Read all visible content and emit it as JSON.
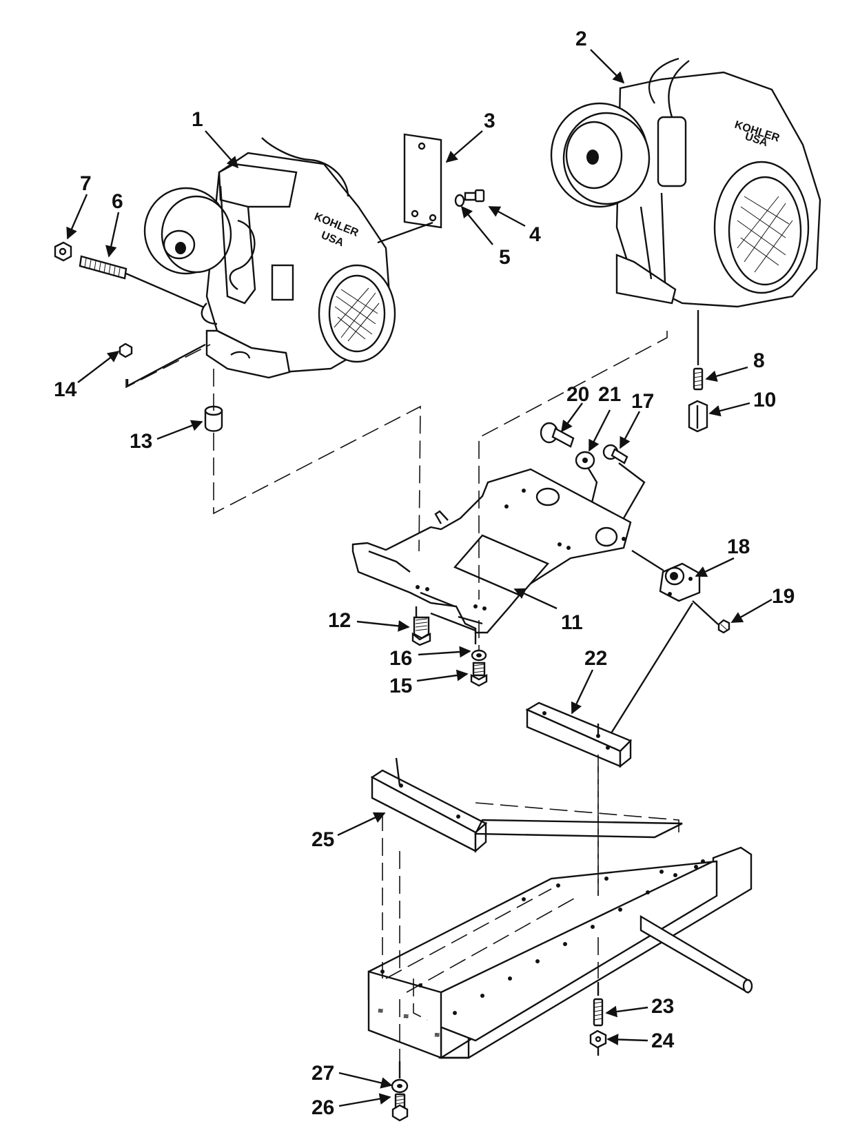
{
  "callouts": {
    "c1": "1",
    "c2": "2",
    "c3": "3",
    "c4": "4",
    "c5": "5",
    "c6": "6",
    "c7": "7",
    "c8": "8",
    "c10": "10",
    "c11": "11",
    "c12": "12",
    "c13": "13",
    "c14": "14",
    "c15": "15",
    "c16": "16",
    "c17": "17",
    "c18": "18",
    "c19": "19",
    "c20": "20",
    "c21": "21",
    "c22": "22",
    "c23": "23",
    "c24": "24",
    "c25": "25",
    "c26": "26",
    "c27": "27"
  },
  "engine_logo": {
    "left": "KOHLER",
    "right": "KOHLER",
    "sub": "USA"
  },
  "icons": [
    "engine-left",
    "engine-right",
    "mounting-plate",
    "frame-rails",
    "mount-blocks",
    "fasteners"
  ]
}
